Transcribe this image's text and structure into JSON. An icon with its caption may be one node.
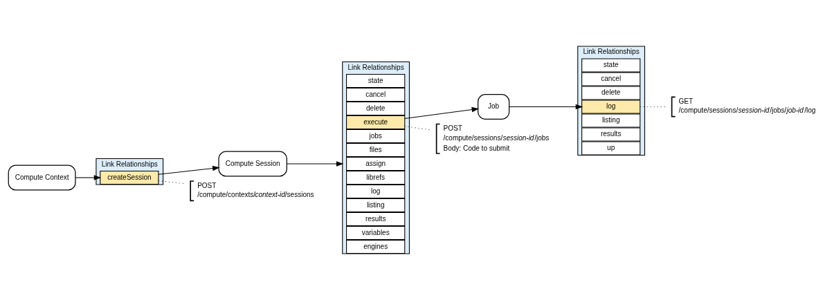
{
  "diagram": {
    "nodes": [
      {
        "text": [
          "Compute Context"
        ]
      },
      {
        "text": [
          "Link Relationships"
        ]
      },
      {
        "text": [
          "createSession"
        ],
        "in": 1
      },
      {
        "text": [
          "Compute Session"
        ]
      },
      {
        "text": [
          "Link Relationships"
        ]
      },
      {
        "text": [
          "state"
        ],
        "in": 4
      },
      {
        "text": [
          "cancel"
        ],
        "in": 4
      },
      {
        "text": [
          "delete"
        ],
        "in": 4
      },
      {
        "text": [
          "execute"
        ],
        "in": 4
      },
      {
        "text": [
          "jobs"
        ],
        "in": 4
      },
      {
        "text": [
          "files"
        ],
        "in": 4
      },
      {
        "text": [
          "assign"
        ],
        "in": 4
      },
      {
        "text": [
          "librefs"
        ],
        "in": 4
      },
      {
        "text": [
          "log"
        ],
        "in": 4
      },
      {
        "text": [
          "listing"
        ],
        "in": 4
      },
      {
        "text": [
          "results"
        ],
        "in": 4
      },
      {
        "text": [
          "variables"
        ],
        "in": 4
      },
      {
        "text": [
          "engines"
        ],
        "in": 4
      },
      {
        "text": [
          "Job"
        ]
      },
      {
        "text": [
          "Link Relationships"
        ]
      },
      {
        "text": [
          "state"
        ],
        "in": 19
      },
      {
        "text": [
          "cancel"
        ],
        "in": 19
      },
      {
        "text": [
          "delete"
        ],
        "in": 19
      },
      {
        "text": [
          "log"
        ],
        "in": 19
      },
      {
        "text": [
          "listing"
        ],
        "in": 19
      },
      {
        "text": [
          "results"
        ],
        "in": 19
      },
      {
        "text": [
          "up"
        ],
        "in": 19
      },
      {
        "text": [
          "POST",
          "/compute/contexts/*context-id*/sessions"
        ]
      },
      {
        "text": [
          "POST",
          "/compute/sessions/*session-id*/jobs",
          "Body: Code to submit"
        ]
      },
      {
        "text": [
          "GET",
          "/compute/sessions/*session-id*/jobs/*job-id*/log"
        ]
      }
    ],
    "edges": [
      {
        "from": 0,
        "to": 2,
        "arrow": "to"
      },
      {
        "from": 2,
        "to": 3,
        "arrow": "to"
      },
      {
        "from": 3,
        "to": 4,
        "arrow": "to"
      },
      {
        "from": 8,
        "to": 18,
        "arrow": "to"
      },
      {
        "from": 18,
        "to": 23,
        "arrow": "to"
      },
      {
        "from": 2,
        "to": 27,
        "arrow": "none",
        "style": "dashed"
      },
      {
        "from": 8,
        "to": 28,
        "arrow": "none",
        "style": "dashed"
      },
      {
        "from": 23,
        "to": 29,
        "arrow": "none",
        "style": "dashed"
      }
    ]
  }
}
